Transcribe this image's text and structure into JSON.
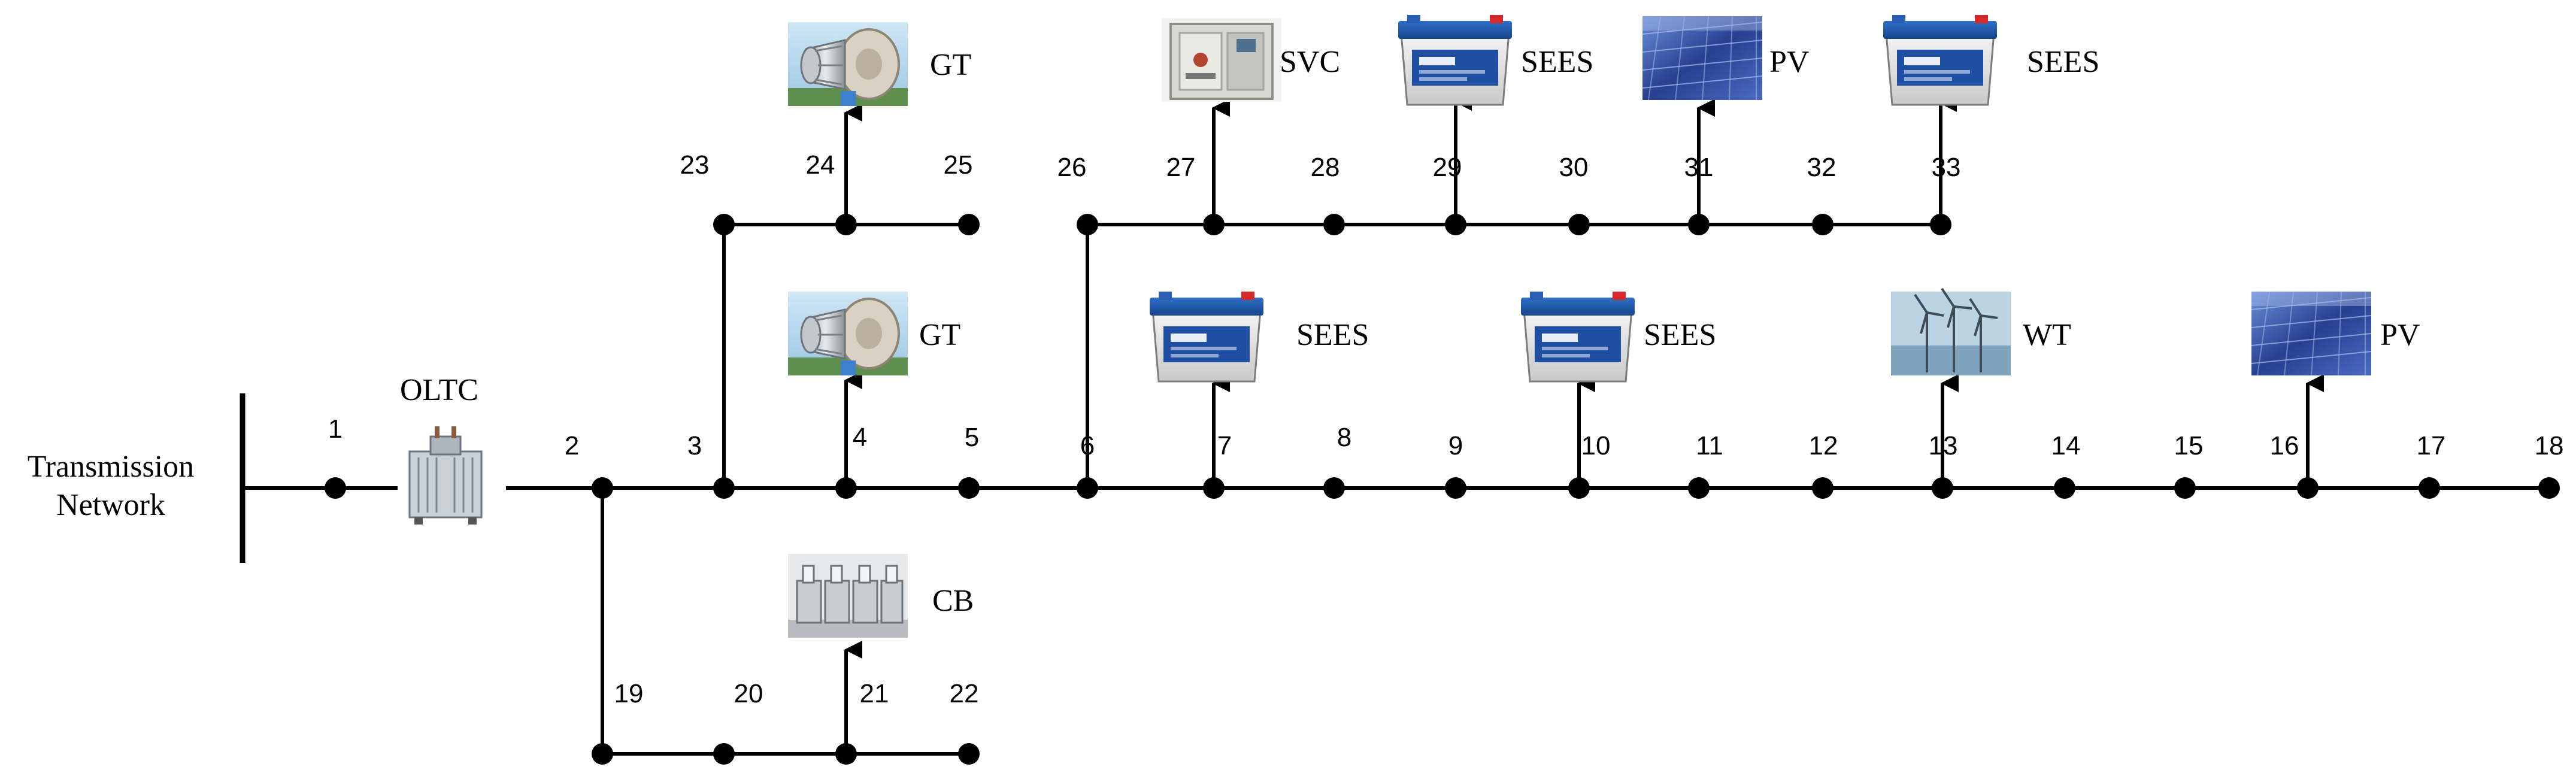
{
  "source_label": [
    "Transmission",
    "Network"
  ],
  "transformer_label": "OLTC",
  "bus_numbers": [
    "1",
    "2",
    "3",
    "4",
    "5",
    "6",
    "7",
    "8",
    "9",
    "10",
    "11",
    "12",
    "13",
    "14",
    "15",
    "16",
    "17",
    "18",
    "19",
    "20",
    "21",
    "22",
    "23",
    "24",
    "25",
    "26",
    "27",
    "28",
    "29",
    "30",
    "31",
    "32",
    "33"
  ],
  "devices": [
    {
      "bus": "24",
      "label": "GT",
      "icon": "gas-turbine-icon"
    },
    {
      "bus": "27",
      "label": "SVC",
      "icon": "svc-cabinet-icon"
    },
    {
      "bus": "29",
      "label": "SEES",
      "icon": "battery-icon"
    },
    {
      "bus": "31",
      "label": "PV",
      "icon": "solar-panel-icon"
    },
    {
      "bus": "33",
      "label": "SEES",
      "icon": "battery-icon"
    },
    {
      "bus": "4",
      "label": "GT",
      "icon": "gas-turbine-icon"
    },
    {
      "bus": "7",
      "label": "SEES",
      "icon": "battery-icon"
    },
    {
      "bus": "10",
      "label": "SEES",
      "icon": "battery-icon"
    },
    {
      "bus": "13",
      "label": "WT",
      "icon": "wind-turbine-icon"
    },
    {
      "bus": "16",
      "label": "PV",
      "icon": "solar-panel-icon"
    },
    {
      "bus": "21",
      "label": "CB",
      "icon": "capacitor-bank-icon"
    }
  ]
}
